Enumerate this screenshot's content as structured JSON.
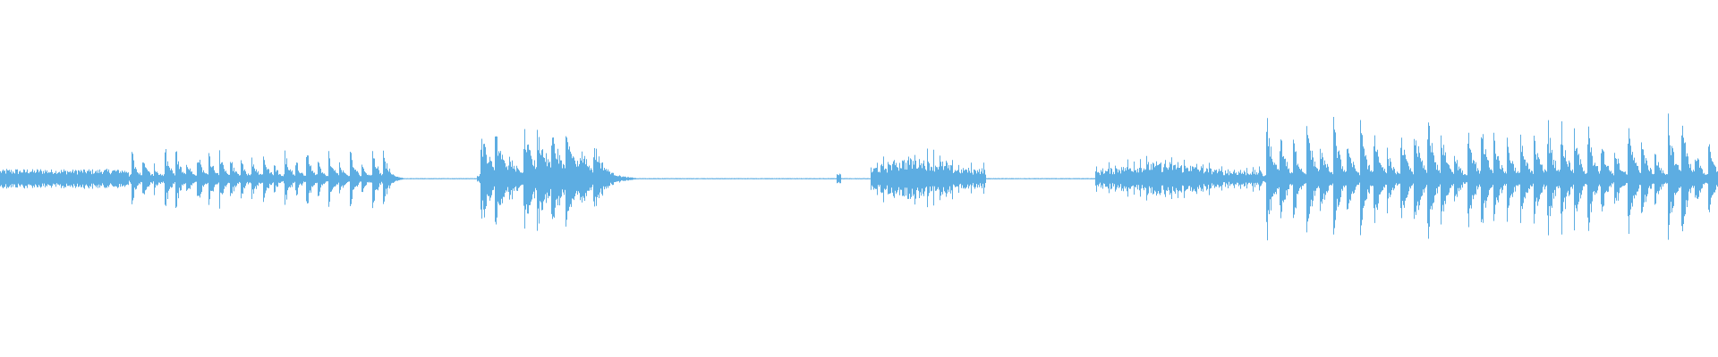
{
  "waveform": {
    "color": "#5dade2",
    "background": "#ffffff",
    "segments": [
      {
        "name": "dense-texture",
        "start": 0.0,
        "end": 0.075,
        "kind": "dense",
        "amp": 0.055
      },
      {
        "name": "transient-run-1",
        "start": 0.075,
        "end": 0.228,
        "kind": "hits",
        "count": 24,
        "amp": 0.22,
        "tail": 0.012
      },
      {
        "name": "gap-1",
        "start": 0.228,
        "end": 0.278,
        "kind": "silence"
      },
      {
        "name": "transient-run-2",
        "start": 0.278,
        "end": 0.352,
        "kind": "hits",
        "count": 9,
        "amp": 0.35,
        "tail": 0.025
      },
      {
        "name": "gap-2",
        "start": 0.352,
        "end": 0.487,
        "kind": "silence"
      },
      {
        "name": "blip",
        "start": 0.487,
        "end": 0.49,
        "kind": "blip",
        "amp": 0.03
      },
      {
        "name": "gap-3",
        "start": 0.49,
        "end": 0.507,
        "kind": "silence"
      },
      {
        "name": "dense-burst",
        "start": 0.507,
        "end": 0.574,
        "kind": "burst",
        "amp": 0.17
      },
      {
        "name": "gap-4",
        "start": 0.574,
        "end": 0.638,
        "kind": "silence"
      },
      {
        "name": "dense-burst-2",
        "start": 0.638,
        "end": 0.735,
        "kind": "burst",
        "amp": 0.13
      },
      {
        "name": "transient-run-3",
        "start": 0.735,
        "end": 1.0,
        "kind": "hits",
        "count": 34,
        "amp": 0.42,
        "tail": 0.015
      }
    ]
  }
}
